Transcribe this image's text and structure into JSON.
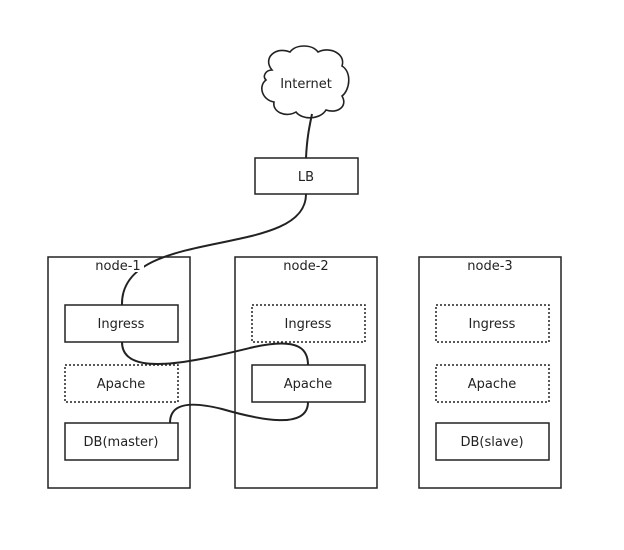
{
  "internet": {
    "label": "Internet"
  },
  "lb": {
    "label": "LB"
  },
  "nodes": [
    {
      "label": "node-1",
      "ingress": {
        "label": "Ingress",
        "state": "active"
      },
      "apache": {
        "label": "Apache",
        "state": "inactive"
      },
      "db": {
        "label": "DB(master)",
        "state": "active"
      }
    },
    {
      "label": "node-2",
      "ingress": {
        "label": "Ingress",
        "state": "inactive"
      },
      "apache": {
        "label": "Apache",
        "state": "active"
      }
    },
    {
      "label": "node-3",
      "ingress": {
        "label": "Ingress",
        "state": "inactive"
      },
      "apache": {
        "label": "Apache",
        "state": "inactive"
      },
      "db": {
        "label": "DB(slave)",
        "state": "active"
      }
    }
  ],
  "colors": {
    "stroke": "#222222",
    "background": "#ffffff"
  }
}
